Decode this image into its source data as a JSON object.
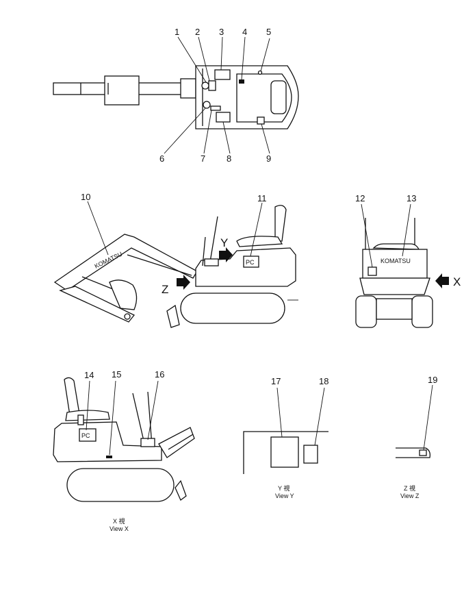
{
  "callouts": [
    "1",
    "2",
    "3",
    "4",
    "5",
    "6",
    "7",
    "8",
    "9",
    "10",
    "11",
    "12",
    "13",
    "14",
    "15",
    "16",
    "17",
    "18",
    "19"
  ],
  "view_letters": {
    "y": "Y",
    "z": "Z",
    "x": "X"
  },
  "plate_text": "PC",
  "brand_text": "KOMATSU",
  "captions": {
    "view_x_jp": "X 視",
    "view_x_en": "View X",
    "view_y_jp": "Y 視",
    "view_y_en": "View Y",
    "view_z_jp": "Z 視",
    "view_z_en": "View Z"
  }
}
